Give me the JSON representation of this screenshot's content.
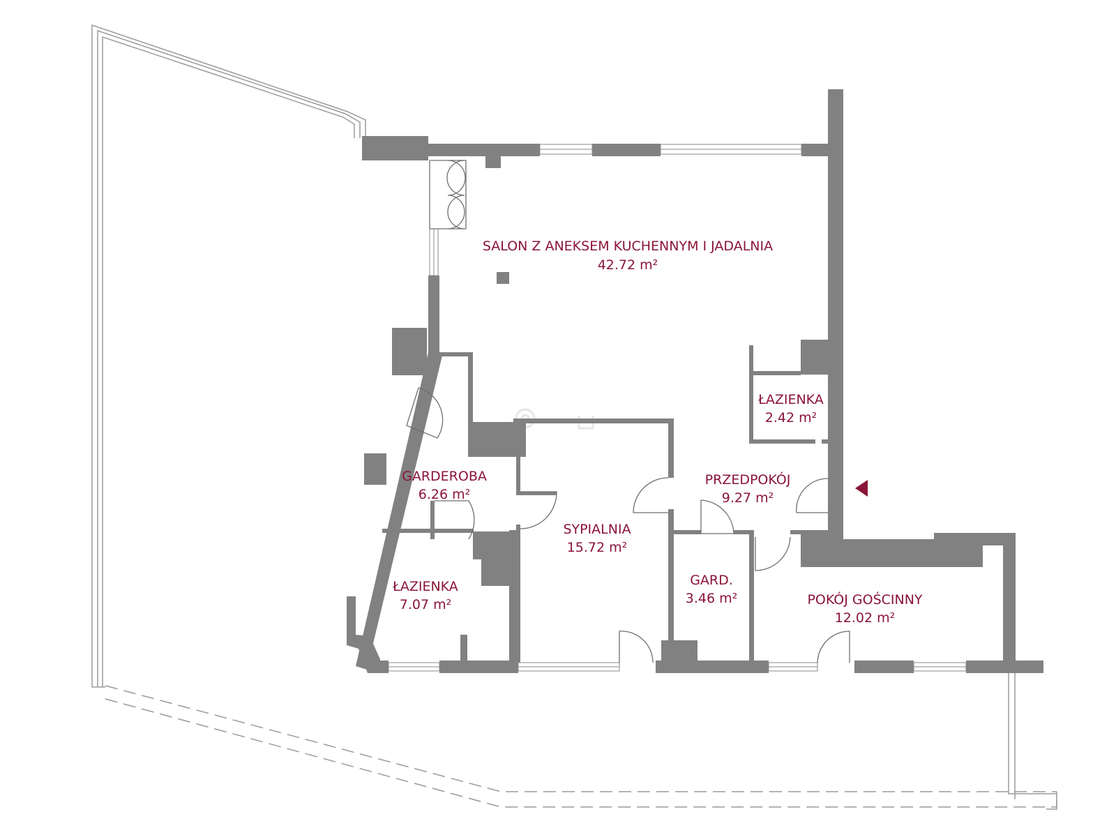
{
  "rooms": [
    {
      "id": "salon",
      "name": "SALON Z ANEKSEM KUCHENNYM I JADALNIA",
      "area": "42.72 m²"
    },
    {
      "id": "lazienka-small",
      "name": "ŁAZIENKA",
      "area": "2.42 m²"
    },
    {
      "id": "garderoba",
      "name": "GARDEROBA",
      "area": "6.26 m²"
    },
    {
      "id": "przedpokoj",
      "name": "PRZEDPOKÓJ",
      "area": "9.27 m²"
    },
    {
      "id": "sypialnia",
      "name": "SYPIALNIA",
      "area": "15.72 m²"
    },
    {
      "id": "lazienka-large",
      "name": "ŁAZIENKA",
      "area": "7.07 m²"
    },
    {
      "id": "gard",
      "name": "GARD.",
      "area": "3.46 m²"
    },
    {
      "id": "pokoj-goscinny",
      "name": "POKÓJ GOŚCINNY",
      "area": "12.02 m²"
    }
  ],
  "colors": {
    "wall": "#818181",
    "label": "#8a1538",
    "entrance_marker": "#8a1538"
  },
  "icons": [
    "entrance-marker-icon",
    "watermark-logo"
  ]
}
